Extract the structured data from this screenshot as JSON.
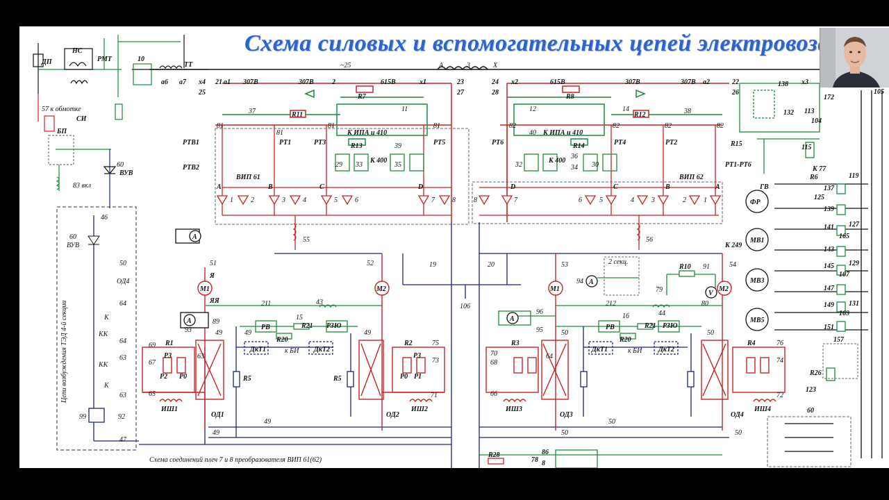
{
  "title": "Схема силовых и вспомогательных цепей электровоза ВЛ",
  "caption": "Схема соединений плеч 7 и 8 преобразователя ВИП 61(62)",
  "colors": {
    "power": "#cc2222",
    "aux": "#1f8a3a",
    "control": "#1a237e",
    "title": "#2f63c8",
    "background": "#ffffff",
    "frame": "#000000"
  },
  "vertical_label": "Цепи возбуждения ТЭД 4-й секции",
  "bus_labels": [
    "~25",
    "А",
    "3",
    "Х"
  ],
  "transformer_labels": [
    "НС",
    "РМТ",
    "ТТ",
    "ДП",
    "БП",
    "ВУВ",
    "СИ",
    "57 к обмотке",
    "10"
  ],
  "left_chain": [
    "60",
    "ВУВ",
    "83 вкл",
    "46",
    "60",
    "ВУВ",
    "50",
    "ОД4",
    "64",
    "К",
    "КК",
    "64",
    "63",
    "КК",
    "63",
    "К",
    "92",
    "99",
    "47"
  ],
  "terminal_labels": [
    "а1",
    "307В",
    "307В",
    "2",
    "615В",
    "х1",
    "а6",
    "а7",
    "х4",
    "21",
    "25",
    "23",
    "27",
    "24",
    "28",
    "х2",
    "615В",
    "307В",
    "307В",
    "а2",
    "22",
    "26",
    "х3"
  ],
  "left_vip": {
    "name": "ВИП 61",
    "resistors": [
      "R11",
      "R7",
      "R13"
    ],
    "relays": [
      "РТ1",
      "РТ3",
      "РТ5",
      "РТВ1",
      "РТВ2"
    ],
    "items": [
      "37",
      "39",
      "11",
      "29",
      "33",
      "35",
      "К 400",
      "К ИПА и 410",
      "81",
      "81",
      "81",
      "81"
    ],
    "phases": [
      "A",
      "B",
      "C",
      "D"
    ],
    "arms": [
      "1",
      "2",
      "3",
      "4",
      "5",
      "6",
      "7",
      "8"
    ]
  },
  "right_vip": {
    "name": "ВИП 62",
    "resistors": [
      "R8",
      "R12",
      "R14"
    ],
    "relays": [
      "РТ2",
      "РТ4",
      "РТ6"
    ],
    "items": [
      "38",
      "40",
      "12",
      "14",
      "32",
      "36",
      "34",
      "30",
      "К 400",
      "К ИПА и 410",
      "82",
      "82",
      "82",
      "82"
    ],
    "phases": [
      "D",
      "C",
      "B",
      "A"
    ],
    "arms": [
      "8",
      "7",
      "6",
      "5",
      "4",
      "3",
      "2",
      "1"
    ]
  },
  "motor_labels": [
    "М1",
    "М2",
    "М1",
    "М2"
  ],
  "lower_left_items": [
    "51",
    "52",
    "55",
    "19",
    "89",
    "93",
    "211",
    "43",
    "РВ",
    "15",
    "R21",
    "РЗЮ",
    "R20",
    "ДкТ1",
    "к БИ",
    "ДкТ2",
    "R5",
    "R5",
    "Р3",
    "Р0",
    "Р2",
    "R1",
    "R2",
    "Р3",
    "Р0",
    "Р1",
    "ИШ1",
    "ИШ2",
    "ОД1",
    "ОД2",
    "ЯЯ",
    "Я"
  ],
  "lower_right_items": [
    "53",
    "54",
    "56",
    "20",
    "96",
    "95",
    "2 секц.",
    "94",
    "R10",
    "91",
    "79",
    "80",
    "212",
    "44",
    "РВ",
    "16",
    "R21",
    "РЗЮ",
    "R20",
    "ДкТ1",
    "к БИ",
    "ДкТ2",
    "R3",
    "R4",
    "ИШ3",
    "ИШ4",
    "ОД3",
    "ОД4",
    "106"
  ],
  "wire_numbers": [
    "49",
    "49",
    "49",
    "49",
    "49",
    "50",
    "50",
    "50",
    "50",
    "50",
    "63",
    "64",
    "65",
    "66",
    "67",
    "68",
    "69",
    "70",
    "71",
    "72",
    "73",
    "74",
    "75",
    "76"
  ],
  "aux_right": {
    "items": [
      "105",
      "138",
      "172",
      "113",
      "104",
      "115",
      "К 77",
      "R15",
      "РТ1-РТ6",
      "ГВ",
      "R6",
      "125",
      "137",
      "139",
      "141",
      "143",
      "145",
      "147",
      "149",
      "151",
      "165",
      "167",
      "169",
      "157",
      "R26",
      "123",
      "119",
      "127",
      "129",
      "131",
      "60",
      "К 249",
      "132"
    ],
    "machines": [
      "ФР",
      "МВ1",
      "МВ3",
      "МВ5"
    ]
  },
  "bottom_items": [
    "R28",
    "78",
    "86",
    "8"
  ],
  "ammeter_symbol": "A",
  "voltmeter_symbol": "V"
}
